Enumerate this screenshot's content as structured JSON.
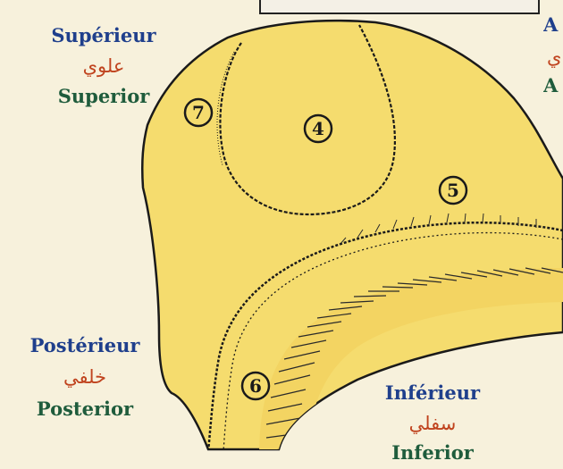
{
  "colors": {
    "french": "#1f3f8c",
    "arabic": "#c0431e",
    "english": "#1f5c3c",
    "fill": "#f5dc6e",
    "stroke": "#1a1a1a",
    "background": "#f7f1dc"
  },
  "orientation": {
    "superior": {
      "fr": "Supérieur",
      "ar": "علوي",
      "en": "Superior"
    },
    "posterior": {
      "fr": "Postérieur",
      "ar": "خلفي",
      "en": "Posterior"
    },
    "inferior": {
      "fr": "Inférieur",
      "ar": "سفلي",
      "en": "Inferior"
    },
    "anterior": {
      "fr": "A",
      "ar": "ي",
      "en": "A"
    }
  },
  "regions": [
    {
      "number": "7"
    },
    {
      "number": "4"
    },
    {
      "number": "5"
    },
    {
      "number": "6"
    }
  ]
}
